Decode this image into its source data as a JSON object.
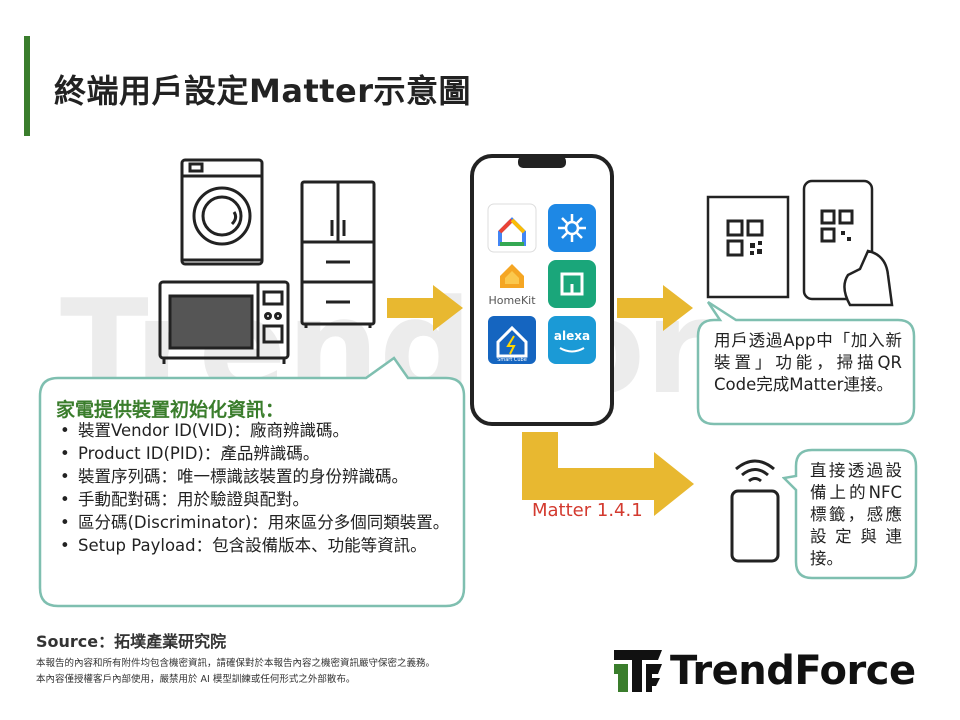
{
  "title": "終端用戶設定Matter示意圖",
  "watermark_text": "TrendForce",
  "appliance_info": {
    "heading": "家電提供裝置初始化資訊：",
    "items": [
      "裝置Vendor ID(VID)：廠商辨識碼。",
      "Product ID(PID)：產品辨識碼。",
      "裝置序列碼：唯一標識該裝置的身份辨識碼。",
      "手動配對碼：用於驗證與配對。",
      "區分碼(Discriminator)：用來區分多個同類裝置。",
      "Setup Payload：包含設備版本、功能等資訊。"
    ]
  },
  "phone_apps": {
    "homekit_label": "HomeKit",
    "alexa_label": "alexa",
    "smartcube_label": "Smart Cube"
  },
  "matter_version": "Matter 1.4.1",
  "qr_instruction": "用戶透過App中「加入新裝置」功能，掃描QR Code完成Matter連接。",
  "nfc_instruction": "直接透過設備上的NFC標籤，感應設定與連接。",
  "source": "Source：拓墣產業研究院",
  "disclaimer": [
    "本報告的內容和所有附件均包含機密資訊，請確保對於本報告內容之機密資訊嚴守保密之義務。",
    "本內容僅授權客戶內部使用，嚴禁用於 AI 模型訓練或任何形式之外部散布。"
  ],
  "logo_text": "TrendForce",
  "colors": {
    "accent_green": "#3a7d2c",
    "bubble_border": "#7fbfb0",
    "arrow_yellow": "#e8b830",
    "matter_red": "#d33a2f"
  }
}
